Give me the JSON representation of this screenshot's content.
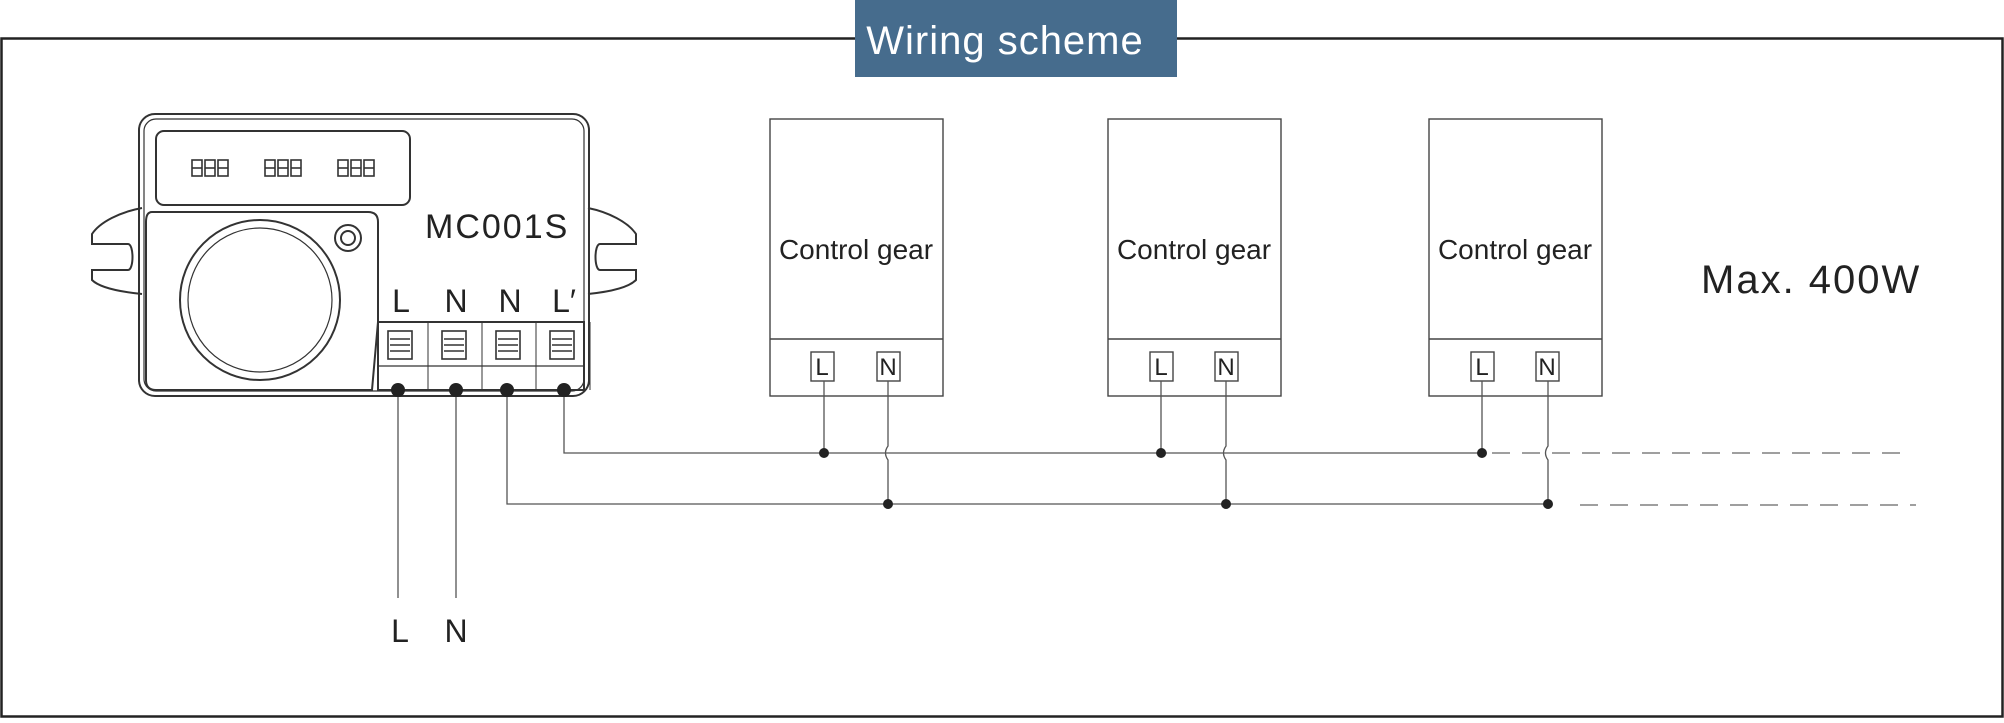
{
  "diagram": {
    "title": "Wiring scheme",
    "header_color": "#466c8d",
    "sensor": {
      "model": "MC001S",
      "terminals": [
        "L",
        "N",
        "N",
        "L′"
      ]
    },
    "supply_labels": [
      "L",
      "N"
    ],
    "control_gears": [
      {
        "label": "Control gear",
        "terminals": [
          "L",
          "N"
        ]
      },
      {
        "label": "Control gear",
        "terminals": [
          "L",
          "N"
        ]
      },
      {
        "label": "Control gear",
        "terminals": [
          "L",
          "N"
        ]
      }
    ],
    "max_load": "Max. 400W"
  }
}
